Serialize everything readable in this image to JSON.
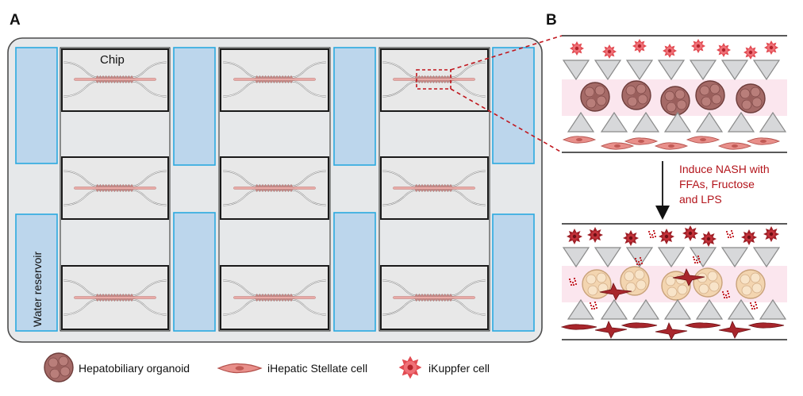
{
  "panel_a": {
    "letter": "A",
    "chip_label": "Chip",
    "reservoir_label": "Water reservoir"
  },
  "panel_b": {
    "letter": "B",
    "induce_text": [
      "Induce NASH with",
      "FFAs, Fructose",
      "and LPS"
    ]
  },
  "legend": {
    "organoid": "Hepatobiliary organoid",
    "stellate": "iHepatic Stellate cell",
    "kupffer": "iKuppfer cell"
  },
  "colors": {
    "plate_fill": "#e6e8ea",
    "reservoir_fill": "#bcd6ec",
    "reservoir_stroke": "#2aa9e0",
    "organoid_healthy": "#a56a67",
    "organoid_diseased": "#f3d5b0",
    "stellate": "#e88f8a",
    "stellate_activated": "#a8262c",
    "kupffer": "#e24b52",
    "zoom_dash": "#c0161d",
    "induce_text": "#b3141b"
  }
}
